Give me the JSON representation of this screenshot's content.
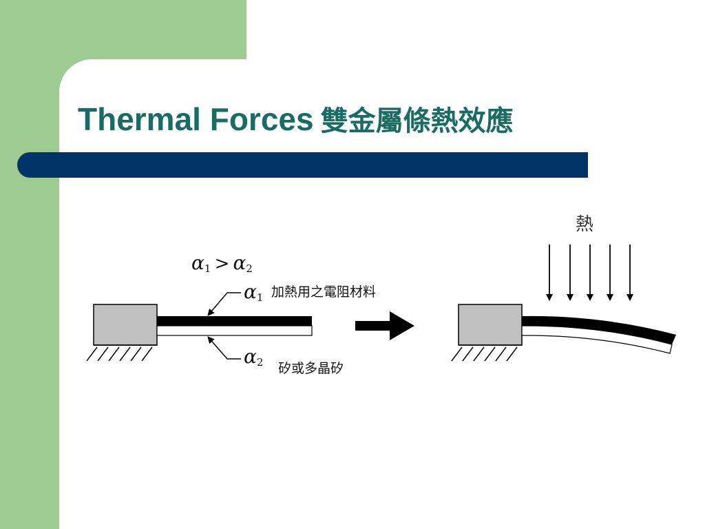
{
  "slide": {
    "title_en": "Thermal Forces",
    "title_zh": "雙金屬條熱效應"
  },
  "diagram": {
    "relation": {
      "alpha": "α",
      "sub1": "1",
      "op": ">",
      "sub2": "2"
    },
    "top_layer": {
      "alpha": "α",
      "sub": "1",
      "label": "加熱用之電阻材料"
    },
    "bottom_layer": {
      "alpha": "α",
      "sub": "2",
      "label": "矽或多晶矽"
    },
    "heat_label": "熱",
    "colors": {
      "anchor_fill": "#c0c0c0",
      "top_layer": "#000000",
      "bottom_layer": "#ffffff",
      "title": "#1a6b63",
      "bar": "#003366",
      "background": "#9dcb91"
    }
  }
}
